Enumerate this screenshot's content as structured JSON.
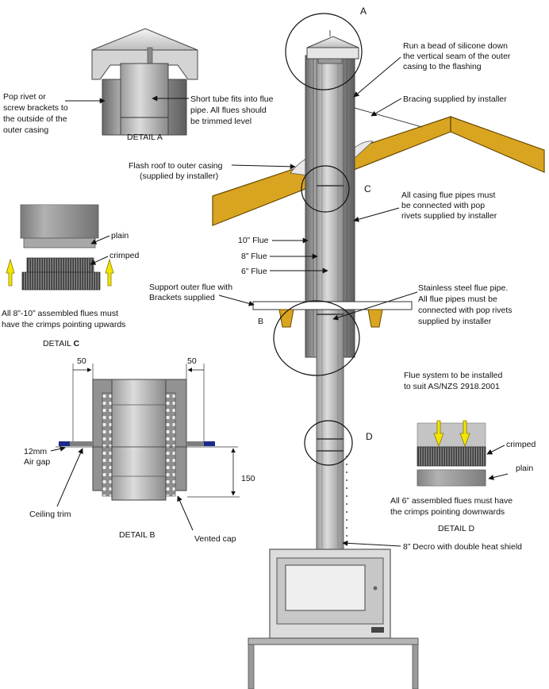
{
  "letters": {
    "a": "A",
    "b": "B",
    "c": "C",
    "d": "D"
  },
  "detail_a": {
    "title": "DETAIL A",
    "left_note": [
      "Pop rivet or",
      "screw brackets to",
      "the outside of the",
      "outer casing"
    ],
    "right_note": [
      "Short tube fits into flue",
      "pipe. All flues should",
      "be trimmed level"
    ]
  },
  "detail_c": {
    "title_prefix": "DETAIL ",
    "title_letter": "C",
    "plain": "plain",
    "crimped": "crimped",
    "note": [
      "All 8”-10” assembled flues must",
      "have the crimps pointing upwards"
    ]
  },
  "detail_b": {
    "title": "DETAIL B",
    "dim_left": "50",
    "dim_right": "50",
    "dim_height": "150",
    "air_gap": [
      "12mm",
      "Air gap"
    ],
    "ceiling_trim": "Ceiling trim",
    "vented_cap": "Vented cap"
  },
  "detail_d": {
    "title": "DETAIL D",
    "crimped": "crimped",
    "plain": "plain",
    "note": [
      "All 6” assembled flues must have",
      "the crimps pointing downwards"
    ]
  },
  "main": {
    "silicone": [
      "Run a bead of silicone down",
      "the vertical seam of the outer",
      "casing to the flashing"
    ],
    "bracing": "Bracing supplied by installer",
    "flash_roof": [
      "Flash roof to outer casing",
      "(supplied by installer)"
    ],
    "casing_pipes": [
      "All casing flue pipes must",
      "be connected with pop",
      "rivets supplied by installer"
    ],
    "flue_10": "10” Flue",
    "flue_8": "8” Flue",
    "flue_6": "6” Flue",
    "support": [
      "Support outer flue with",
      "Brackets supplied"
    ],
    "stainless": [
      "Stainless steel flue pipe.",
      "All flue pipes must be",
      "connected with pop rivets",
      "supplied by installer"
    ],
    "standard": [
      "Flue system to be installed",
      "to suit AS/NZS 2918.2001"
    ],
    "decro": "8” Decro with double heat shield"
  },
  "colors": {
    "roof": "#d9a521",
    "roof_edge": "#6b4a00",
    "metal_light": "#b9b9b9",
    "metal_mid": "#8c8c8c",
    "metal_dark": "#5a5a5a",
    "arrow_yellow": "#f2e600",
    "trim_blue": "#1a2a8a"
  }
}
